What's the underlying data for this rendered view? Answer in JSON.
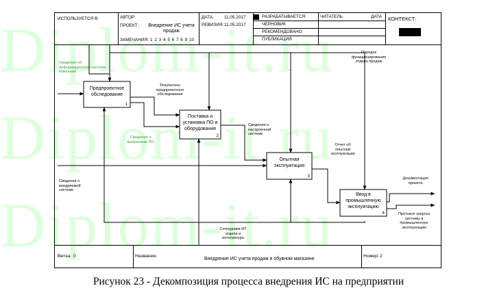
{
  "header": {
    "used_at": "ИСПОЛЬЗУЕТСЯ В:",
    "author": "АВТОР:",
    "project": "ПРОЕКТ:",
    "project_name": "Внедрение ИС учета продаж",
    "notes_label": "ЗАМЕЧАНИЯ:",
    "notes_numbers": "1 2 3 4 5 6 7 8 9 10",
    "date_label": "ДАТА:",
    "date_value": "11.05.2017",
    "revision_label": "РЕВИЗИЯ:",
    "revision_value": "11.05.2017",
    "status": [
      "РАЗРАБАТЫВАЕТСЯ",
      "ЧЕРНОВИК",
      "РЕКОМЕНДОВАНО",
      "ПУБЛИКАЦИЯ"
    ],
    "reader": "ЧИТАТЕЛЬ",
    "reader_date": "ДАТА",
    "context": "КОНТЕКСТ:"
  },
  "boxes": [
    {
      "label": "Предпроектное обследование",
      "num": "1"
    },
    {
      "label": "Поставка и установка ПО и оборудования",
      "num": "2"
    },
    {
      "label": "Опытная эксплуатация",
      "num": "3"
    },
    {
      "label": "Ввод в промышленную эксплуатацию",
      "num": "4"
    }
  ],
  "arrow_labels": {
    "info_systems": "Сведения об информационной системе компании",
    "survey_results": "Результаты предпроектного обследования",
    "chosen_software": "Сведения о выбранном ПО",
    "configured_system": "Сведения о настроенной системе",
    "implemented_system": "Сведения о внедряемой системе",
    "sales_procedure": "Порядок функционирования отдела продаж",
    "trial_report": "Отчет об опытной эксплуатации",
    "project_docs": "Документация проекта",
    "launch_protocol": "Протокол запуска системы в промышленную эксплуатацию",
    "staff": "Сотрудники ИТ отдела и интегратора"
  },
  "footer": {
    "node_label": "Ветка:",
    "node_value": "0",
    "title_label": "Название:",
    "title_value": "Внедрение ИС учета продаж в обувном магазине",
    "number_label": "Номер:",
    "number_value": "2"
  },
  "watermark": "Diplom-it.ru",
  "caption": "Рисунок 23 - Декомпозиция процесса внедрения ИС  на предприятии",
  "colors": {
    "watermark": "#00ff00",
    "context_block": "#000000",
    "label_green": "#3a9a3a"
  }
}
